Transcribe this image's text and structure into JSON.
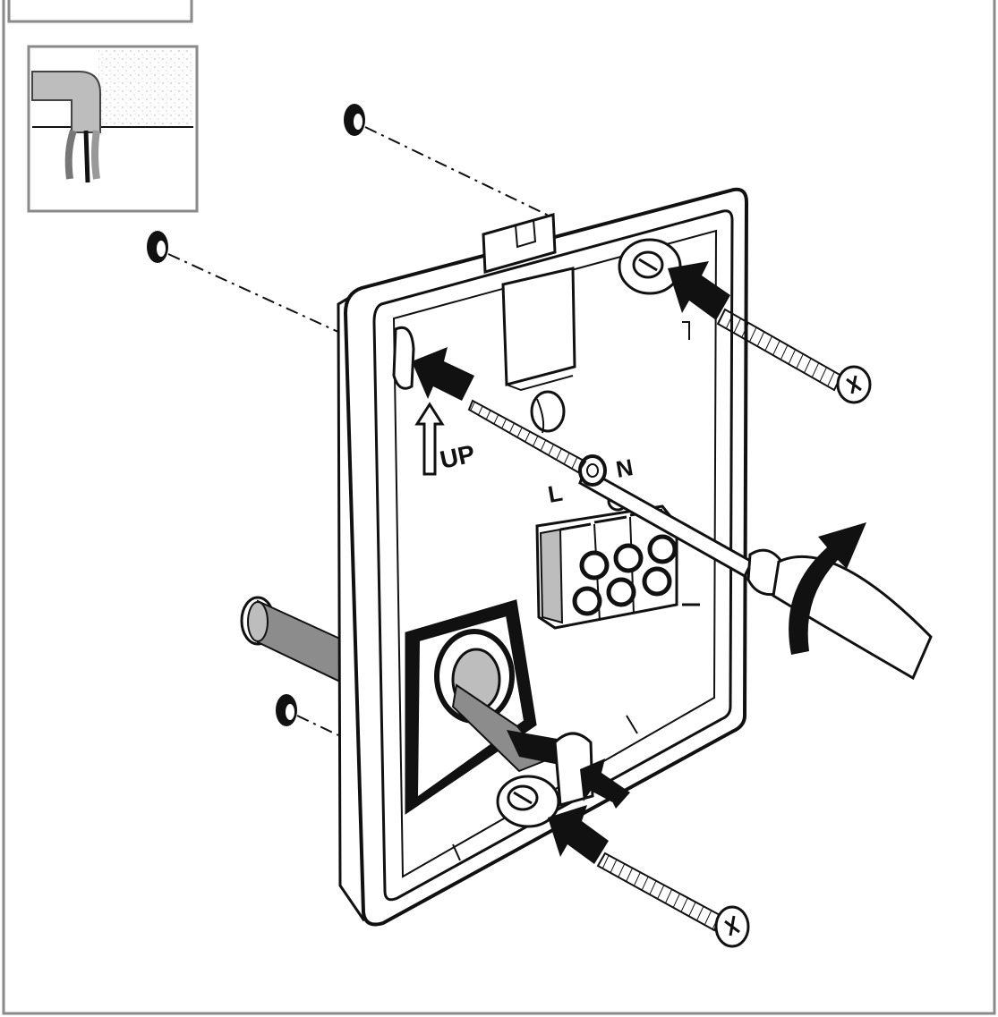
{
  "labels": {
    "up": "UP",
    "live": "L",
    "neutral": "N"
  },
  "colors": {
    "ink": "#111111",
    "frame_border": "#8a8a8a",
    "cable_gray": "#8c8c8c",
    "light_gray": "#bdbdbd",
    "paper": "#ffffff"
  },
  "icons": [
    "wall-plug-icon",
    "screw-icon",
    "screwdriver-icon",
    "push-arrow-icon",
    "rotate-arrow-icon",
    "up-arrow-icon",
    "terminal-block-icon",
    "cable-icon"
  ]
}
